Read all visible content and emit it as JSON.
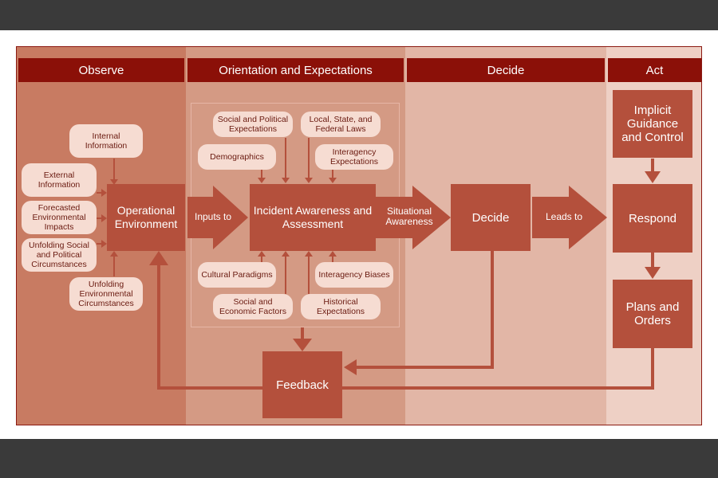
{
  "columns": {
    "observe": "Observe",
    "orient": "Orientation and Expectations",
    "decide": "Decide",
    "act": "Act"
  },
  "inputs": {
    "internal_information": "Internal Information",
    "external_information": "External Information",
    "forecasted_environmental_impacts": "Forecasted Environmental Impacts",
    "unfolding_social_political": "Unfolding Social and Political Circumstances",
    "unfolding_environmental": "Unfolding Environmental Circumstances"
  },
  "influences": {
    "social_political_expectations": "Social and Political Expectations",
    "local_state_federal_laws": "Local, State, and Federal Laws",
    "demographics": "Demographics",
    "interagency_expectations": "Interagency Expectations",
    "cultural_paradigms": "Cultural Paradigms",
    "interagency_biases": "Interagency Biases",
    "social_economic_factors": "Social and Economic Factors",
    "historical_expectations": "Historical Expectations"
  },
  "boxes": {
    "operational_environment": "Operational Environment",
    "incident_awareness": "Incident Awareness and Assessment",
    "decide": "Decide",
    "implicit_guidance": "Implicit Guidance and Control",
    "respond": "Respond",
    "plans_orders": "Plans and Orders",
    "feedback": "Feedback"
  },
  "arrow_labels": {
    "inputs_to": "Inputs to",
    "situational_awareness": "Situational Awareness",
    "leads_to": "Leads to"
  },
  "colors": {
    "header": "#8b1008",
    "observe_band": "#c87b62",
    "orient_band": "#d49a84",
    "decide_band": "#e2b6a6",
    "act_band": "#eed0c5",
    "box": "#b4503c",
    "bubble": "#f6dcd2"
  }
}
